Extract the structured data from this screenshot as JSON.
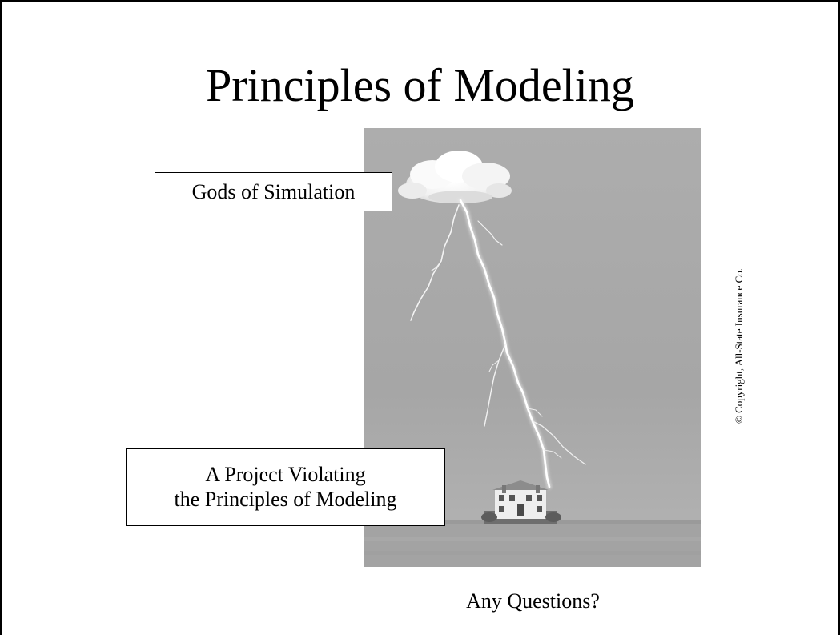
{
  "slide": {
    "title": "Principles of Modeling",
    "labels": {
      "gods": "Gods of Simulation",
      "project_line1": "A Project Violating",
      "project_line2": "the Principles of Modeling"
    },
    "copyright": "© Copyright, All-State Insurance Co.",
    "footer": "Any Questions?"
  },
  "photo": {
    "subject": "lightning-strike-house",
    "sky_color": "#a8a8a8",
    "field_color": "#a5a5a5"
  }
}
